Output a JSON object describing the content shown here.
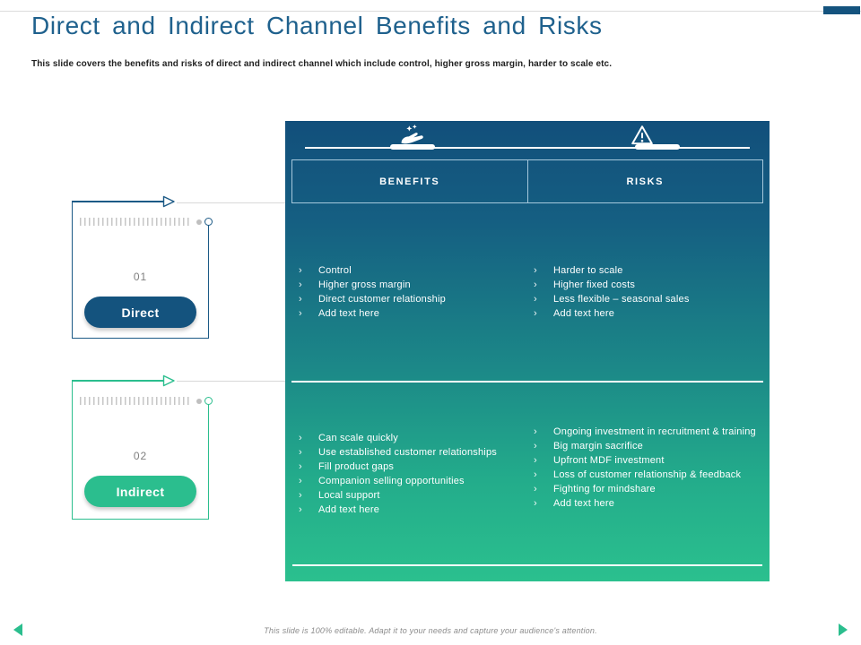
{
  "slide": {
    "title": "Direct and Indirect Channel Benefits and Risks",
    "subtitle": "This slide covers the benefits and risks of direct and indirect channel which include control, higher gross margin, harder to scale etc.",
    "footer_note": "This slide is 100% editable. Adapt it to your needs and capture your audience's attention."
  },
  "bullet_char": "›",
  "colors": {
    "accent_blue": "#14537E",
    "accent_green": "#2BBE8E",
    "title_blue": "#1F618D",
    "panel_gradient_top": "#124F7B",
    "panel_gradient_bottom": "#2BC08E"
  },
  "icons": {
    "benefits": "hand-sparkles-icon",
    "risks": "warning-triangle-icon",
    "prev": "left-arrow-icon",
    "next": "right-arrow-icon"
  },
  "matrix": {
    "headers": {
      "benefits": "BENEFITS",
      "risks": "RISKS"
    }
  },
  "channels": [
    {
      "number": "01",
      "label": "Direct",
      "benefits": [
        "Control",
        "Higher gross margin",
        "Direct customer relationship",
        "Add text here"
      ],
      "risks": [
        "Harder to scale",
        "Higher fixed costs",
        "Less flexible – seasonal sales",
        "Add text here"
      ]
    },
    {
      "number": "02",
      "label": "Indirect",
      "benefits": [
        "Can scale quickly",
        "Use established customer relationships",
        "Fill product gaps",
        "Companion selling opportunities",
        "Local support",
        "Add text here"
      ],
      "risks": [
        "Ongoing investment in recruitment & training",
        "Big margin sacrifice",
        "Upfront MDF investment",
        "Loss of customer relationship & feedback",
        "Fighting for mindshare",
        "Add text here"
      ]
    }
  ]
}
